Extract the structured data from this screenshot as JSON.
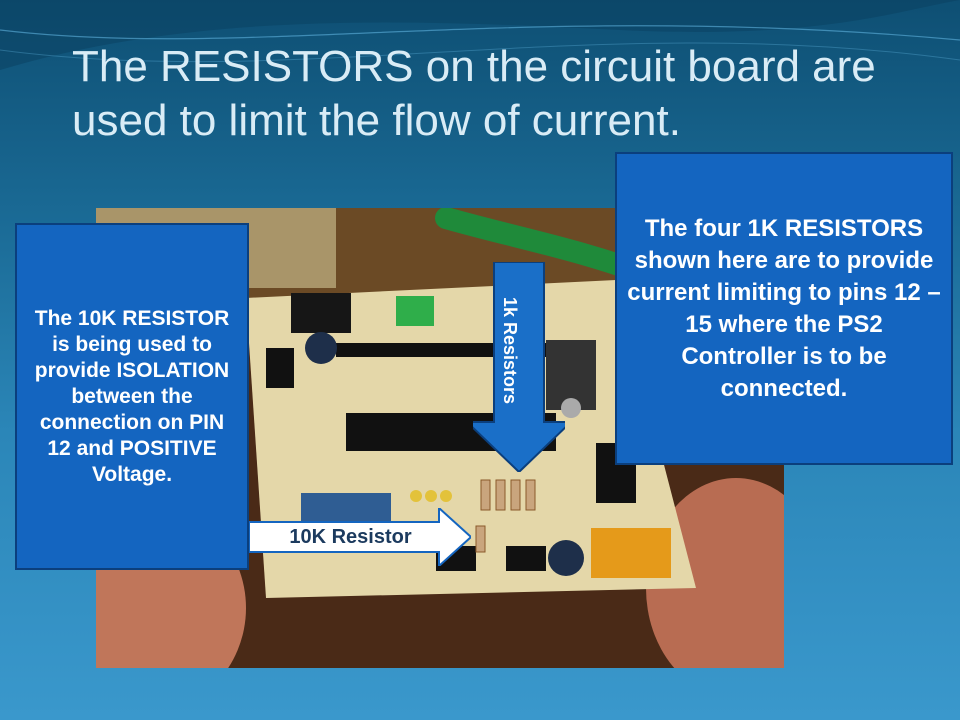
{
  "slide": {
    "title": "The RESISTORS on the circuit board are used to limit the flow of current."
  },
  "callouts": {
    "left_text": "The 10K RESISTOR is being used to provide ISOLATION between the connection on PIN 12 and POSITIVE Voltage.",
    "right_text": "The four 1K RESISTORS shown here are to provide current limiting to pins 12 – 15 where the PS2 Controller is to be connected."
  },
  "arrows": {
    "ten_k_label": "10K Resistor",
    "one_k_label": "1k Resistors"
  },
  "colors": {
    "callout_fill": "#1465c0",
    "arrow_fill": "#ffffff",
    "arrow_down_fill": "#1a6fc8",
    "title_text": "#d9ecf6"
  },
  "photo": {
    "subject": "circuit-board-photo"
  }
}
